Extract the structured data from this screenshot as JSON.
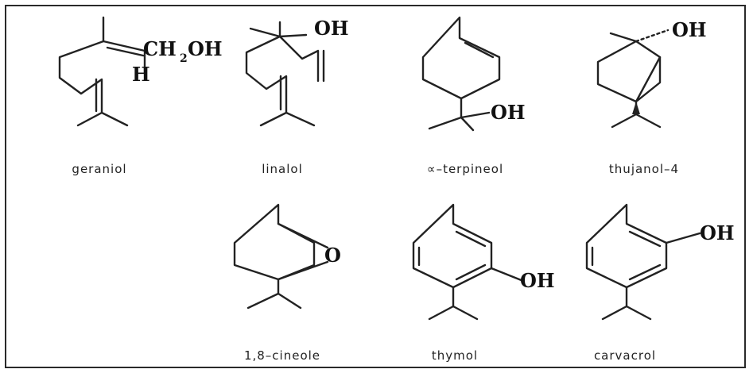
{
  "molecules": [
    {
      "name": "geraniol",
      "groups": [
        "CH",
        "2",
        "OH",
        "H"
      ]
    },
    {
      "name": "linalol",
      "groups": [
        "OH"
      ]
    },
    {
      "name": "∝–terpineol",
      "groups": [
        "OH"
      ]
    },
    {
      "name": "thujanol–4",
      "groups": [
        "OH"
      ]
    },
    {
      "name": "1,8–cineole",
      "groups": [
        "O"
      ]
    },
    {
      "name": "thymol",
      "groups": [
        "OH"
      ]
    },
    {
      "name": "carvacrol",
      "groups": [
        "OH"
      ]
    }
  ]
}
